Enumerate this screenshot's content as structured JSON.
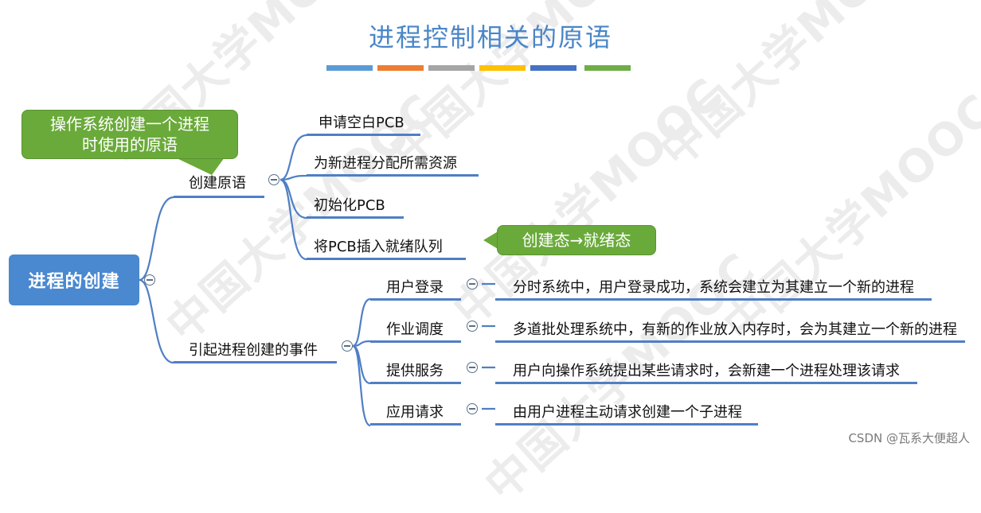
{
  "title": "进程控制相关的原语",
  "title_bar_colors": [
    "#5b9bd5",
    "#ed7d31",
    "#a5a5a5",
    "#ffc000",
    "#4472c4",
    "#70ad47"
  ],
  "watermark_text": "中国大学MOOC",
  "root": {
    "label": "进程的创建",
    "color": "#4a88d0"
  },
  "branches": {
    "create_primitive": {
      "label": "创建原语",
      "callout": "操作系统创建一个进程\n时使用的原语",
      "steps": [
        "申请空白PCB",
        "为新进程分配所需资源",
        "初始化PCB",
        "将PCB插入就绪队列"
      ],
      "state_callout": "创建态→就绪态"
    },
    "events": {
      "label": "引起进程创建的事件",
      "items": [
        {
          "label": "用户登录",
          "desc": "分时系统中，用户登录成功，系统会建立为其建立一个新的进程"
        },
        {
          "label": "作业调度",
          "desc": "多道批处理系统中，有新的作业放入内存时，会为其建立一个新的进程"
        },
        {
          "label": "提供服务",
          "desc": "用户向操作系统提出某些请求时，会新建一个进程处理该请求"
        },
        {
          "label": "应用请求",
          "desc": "由用户进程主动请求创建一个子进程"
        }
      ]
    }
  },
  "line_color": "#4f7fc4",
  "callout_color": "#6aaa3a",
  "footer": "CSDN @瓦系大便超人"
}
